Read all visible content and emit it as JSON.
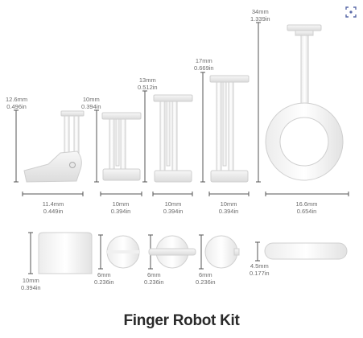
{
  "dimensions": {
    "top_heights": [
      {
        "mm": "12.6mm",
        "in": "0.496in"
      },
      {
        "mm": "10mm",
        "in": "0.394in"
      },
      {
        "mm": "13mm",
        "in": "0.512in"
      },
      {
        "mm": "17mm",
        "in": "0.669in"
      },
      {
        "mm": "34mm",
        "in": "1.339in"
      }
    ],
    "top_widths": [
      {
        "mm": "11.4mm",
        "in": "0.449in"
      },
      {
        "mm": "10mm",
        "in": "0.394in"
      },
      {
        "mm": "10mm",
        "in": "0.394in"
      },
      {
        "mm": "10mm",
        "in": "0.394in"
      },
      {
        "mm": "16.6mm",
        "in": "0.654in"
      }
    ],
    "bottom": [
      {
        "mm": "10mm",
        "in": "0.394in"
      },
      {
        "mm": "6mm",
        "in": "0.236in"
      },
      {
        "mm": "6mm",
        "in": "0.236in"
      },
      {
        "mm": "6mm",
        "in": "0.236in"
      },
      {
        "mm": "4.5mm",
        "in": "0.177in"
      }
    ]
  },
  "title": "Finger Robot Kit",
  "icons": {
    "corner": "scan-icon"
  }
}
